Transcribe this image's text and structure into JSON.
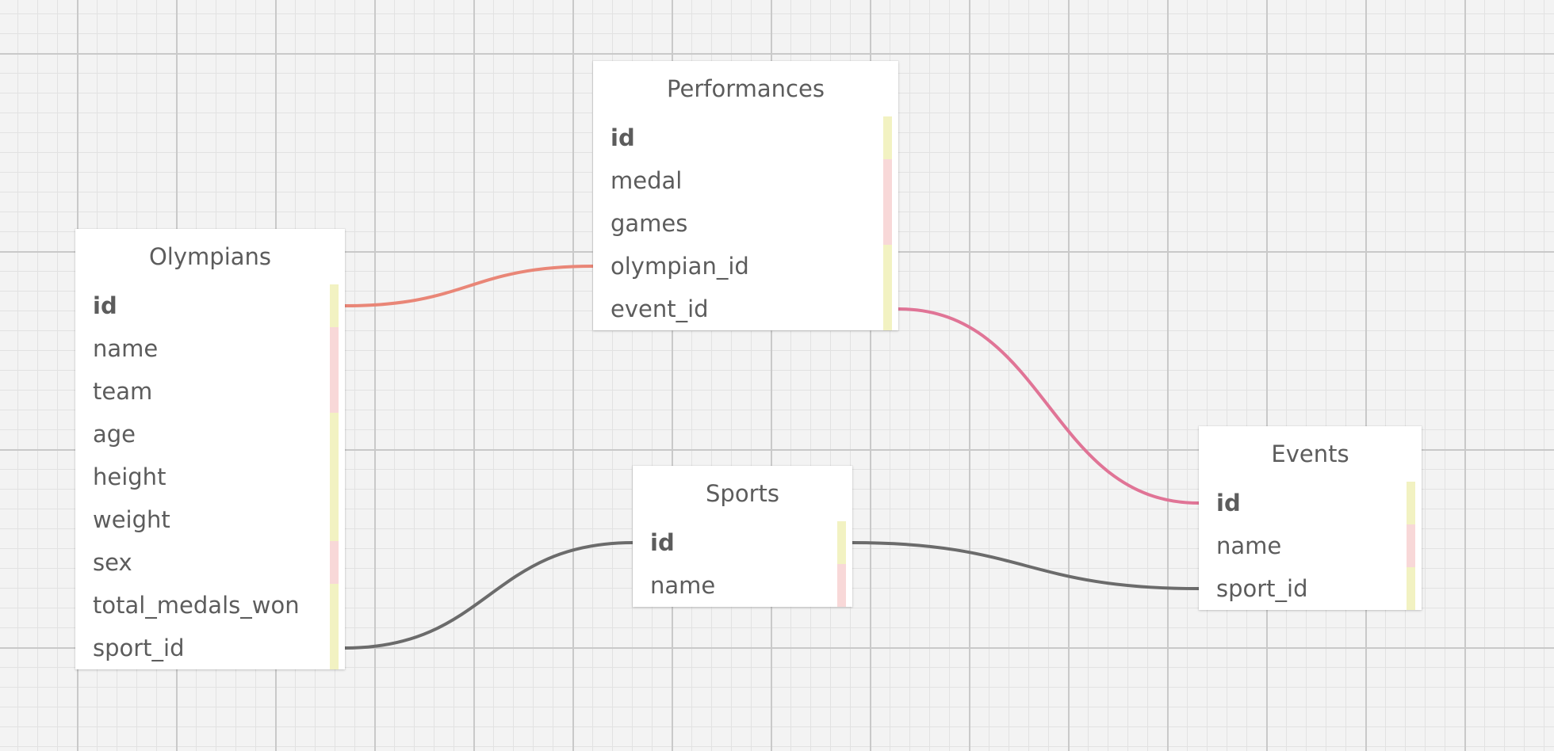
{
  "diagram": {
    "tables": [
      {
        "id": "olympians",
        "title": "Olympians",
        "fields": [
          {
            "name": "id",
            "pk": true,
            "kind": "key"
          },
          {
            "name": "name",
            "pk": false,
            "kind": "data"
          },
          {
            "name": "team",
            "pk": false,
            "kind": "data"
          },
          {
            "name": "age",
            "pk": false,
            "kind": "key"
          },
          {
            "name": "height",
            "pk": false,
            "kind": "key"
          },
          {
            "name": "weight",
            "pk": false,
            "kind": "key"
          },
          {
            "name": "sex",
            "pk": false,
            "kind": "data"
          },
          {
            "name": "total_medals_won",
            "pk": false,
            "kind": "key"
          },
          {
            "name": "sport_id",
            "pk": false,
            "kind": "key"
          }
        ]
      },
      {
        "id": "performances",
        "title": "Performances",
        "fields": [
          {
            "name": "id",
            "pk": true,
            "kind": "key"
          },
          {
            "name": "medal",
            "pk": false,
            "kind": "data"
          },
          {
            "name": "games",
            "pk": false,
            "kind": "data"
          },
          {
            "name": "olympian_id",
            "pk": false,
            "kind": "key"
          },
          {
            "name": "event_id",
            "pk": false,
            "kind": "key"
          }
        ]
      },
      {
        "id": "sports",
        "title": "Sports",
        "fields": [
          {
            "name": "id",
            "pk": true,
            "kind": "key"
          },
          {
            "name": "name",
            "pk": false,
            "kind": "data"
          }
        ]
      },
      {
        "id": "events",
        "title": "Events",
        "fields": [
          {
            "name": "id",
            "pk": true,
            "kind": "key"
          },
          {
            "name": "name",
            "pk": false,
            "kind": "data"
          },
          {
            "name": "sport_id",
            "pk": false,
            "kind": "key"
          }
        ]
      }
    ],
    "relations": [
      {
        "from": "olympians.id",
        "to": "performances.olympian_id",
        "color": "#e98677"
      },
      {
        "from": "performances.event_id",
        "to": "events.id",
        "color": "#e07496"
      },
      {
        "from": "olympians.sport_id",
        "to": "sports.id",
        "color": "#6b6b6b"
      },
      {
        "from": "sports.id",
        "to": "events.sport_id",
        "color": "#6b6b6b"
      }
    ]
  },
  "colors": {
    "key_marker": "#f2f2c2",
    "data_marker": "#f8d8d8",
    "grid_major": "#c9c9c9",
    "grid_minor": "#e2e2e2",
    "background": "#f3f3f3",
    "text": "#5c5c5c"
  }
}
